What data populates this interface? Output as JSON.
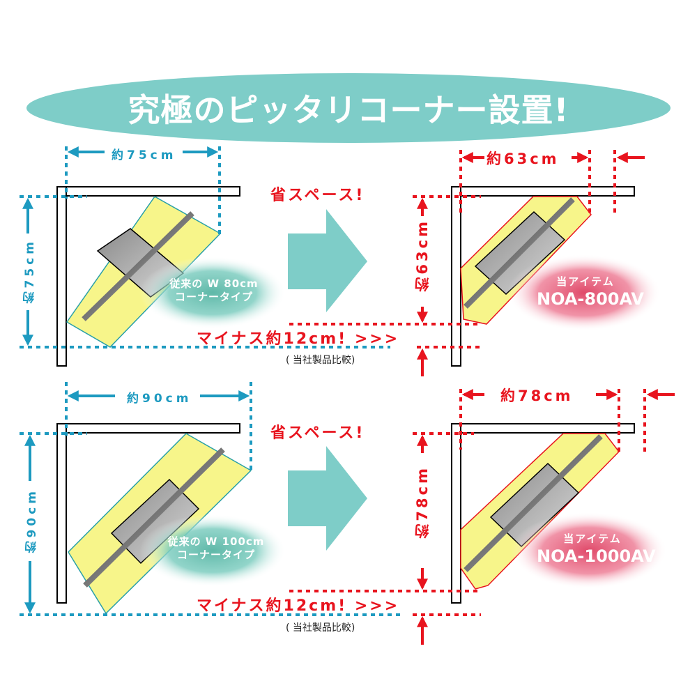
{
  "title": {
    "text": "究極のピッタリコーナー設置!",
    "banner_color": "#7ecdc8",
    "text_color": "#ffffff"
  },
  "colors": {
    "blue": "#1d9ac0",
    "red": "#e8141e",
    "teal_arrow": "#7ecdc8",
    "yellow": "#f7f58a",
    "pink_bubble": "#e8607a",
    "teal_bubble": "#5fb8a8",
    "tv_gray": "#9a9a9a"
  },
  "rows": [
    {
      "conventional": {
        "width_label": "約75cm",
        "height_label": "約75cm",
        "bubble_line1": "従来の W 80cm",
        "bubble_line2": "コーナータイプ"
      },
      "save_label": "省スペース!",
      "minus_label": "マイナス約12cm! >>>",
      "note": "( 当社製品比較)",
      "product": {
        "width_label": "約63cm",
        "height_label": "約63cm",
        "bubble_line1": "当アイテム",
        "bubble_line2": "NOA-800AV"
      }
    },
    {
      "conventional": {
        "width_label": "約90cm",
        "height_label": "約90cm",
        "bubble_line1": "従来の W 100cm",
        "bubble_line2": "コーナータイプ"
      },
      "save_label": "省スペース!",
      "minus_label": "マイナス約12cm! >>>",
      "note": "( 当社製品比較)",
      "product": {
        "width_label": "約78cm",
        "height_label": "約78cm",
        "bubble_line1": "当アイテム",
        "bubble_line2": "NOA-1000AV"
      }
    }
  ]
}
